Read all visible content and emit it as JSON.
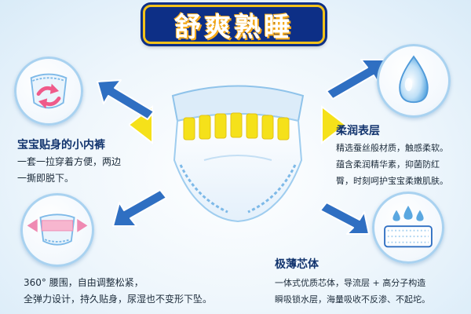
{
  "title": "舒爽熟睡",
  "colors": {
    "title_bg": "#0d2f86",
    "title_border": "#f4c21a",
    "heading": "#12346e",
    "arrow": "#2f6fc2",
    "accent_yellow": "#f5e11a",
    "accent_pink": "#ef8ab2"
  },
  "features": {
    "top_left": {
      "heading": "宝宝贴身的小内裤",
      "lines": [
        "一套一拉穿着方便，两边",
        "一撕即脱下。"
      ],
      "icon": "pull-up-pants-icon"
    },
    "top_right": {
      "heading": "柔润表层",
      "lines": [
        "精选蚕丝般材质，触感柔软。",
        "蕴含柔润精华素，抑菌防红",
        "臀，时刻呵护宝宝柔嫩肌肤。"
      ],
      "icon": "water-drop-icon"
    },
    "bottom_left": {
      "heading": "",
      "lines": [
        "360° 腰围，自由调整松紧，",
        "全弹力设计，持久贴身，尿湿也不变形下坠。"
      ],
      "icon": "elastic-waist-icon"
    },
    "bottom_right": {
      "heading": "极薄芯体",
      "lines": [
        "一体式优质芯体，导流层 + 高分子构造",
        "瞬吸锁水层，海量吸收不反渗、不起坨。"
      ],
      "icon": "absorbent-core-icon"
    }
  }
}
